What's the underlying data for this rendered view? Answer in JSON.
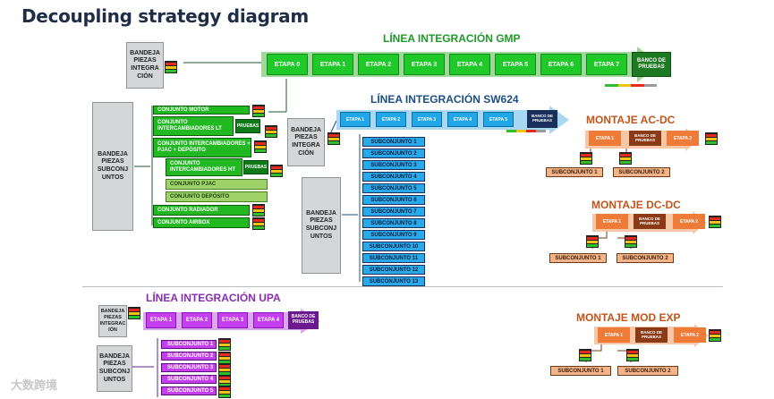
{
  "title": "Decoupling strategy diagram",
  "colors": {
    "gmp_green": "#1fc92a",
    "sw624_blue": "#21a7e8",
    "upa_purple": "#c43ff0",
    "montaje_orange": "#ef7b39",
    "header_gmp": "#1f9a2a",
    "header_sw": "#1a4f86",
    "header_upa": "#8a2eb0",
    "header_montaje": "#c2541a"
  },
  "gmp": {
    "header": "LÍNEA INTEGRACIÓN GMP",
    "bandeja": "BANDEJA PIEZAS INTEGRA CIÓN",
    "etapas": [
      "ETAPA 0",
      "ETAPA 1",
      "ETAPA 2",
      "ETAPA 3",
      "ETAPA 4",
      "ETAPA 5",
      "ETAPA 6",
      "ETAPA 7"
    ],
    "bank": "BANCO DE PRUEBAS",
    "bandeja_sub": "BANDEJA PIEZAS SUBCONJ UNTOS",
    "conjuntos": [
      "CONJUNTO MOTOR",
      "CONJUNTO INTERCAMBIADORES LT",
      "CONJUNTO INTERCAMBIADORES + PJAC + DEPÓSITO",
      "CONJUNTO INTERCAMBIADORES HT",
      "CONJUNTO PJAC",
      "CONJUNTO DEPÓSITO",
      "CONJUNTO RADIADOR",
      "CONJUNTO AIRBOX"
    ],
    "pruebas": [
      "PRUEBAS",
      "PRUEBAS"
    ]
  },
  "sw624": {
    "header": "LÍNEA INTEGRACIÓN SW624",
    "bandeja": "BANDEJA PIEZAS INTEGRA CIÓN",
    "etapas": [
      "ETAPA 1",
      "ETAPA 2",
      "ETAPA 3",
      "ETAPA 4",
      "ETAPA 5"
    ],
    "bank": "BANCO DE PRUEBAS",
    "bandeja_sub": "BANDEJA PIEZAS SUBCONJ UNTOS",
    "subconjuntos": [
      "SUBCONJUNTO 1",
      "SUBCONJUNTO 2",
      "SUBCONJUNTO 3",
      "SUBCONJUNTO 4",
      "SUBCONJUNTO 5",
      "SUBCONJUNTO 6",
      "SUBCONJUNTO 7",
      "SUBCONJUNTO 8",
      "SUBCONJUNTO 9",
      "SUBCONJUNTO 10",
      "SUBCONJUNTO 11",
      "SUBCONJUNTO 12",
      "SUBCONJUNTO 13"
    ]
  },
  "acdc": {
    "header": "MONTAJE AC-DC",
    "etapas": [
      "ETAPA 1",
      "ETAPA 2"
    ],
    "bank": "BANCO DE PRUEBAS",
    "subs": [
      "SUBCONJUNTO 1",
      "SUBCONJUNTO 2"
    ]
  },
  "dcdc": {
    "header": "MONTAJE DC-DC",
    "etapas": [
      "ETAPA 1",
      "ETAPA 2"
    ],
    "bank": "BANCO DE PRUEBAS",
    "subs": [
      "SUBCONJUNTO 1",
      "SUBCONJUNTO 2"
    ]
  },
  "upa": {
    "header": "LÍNEA INTEGRACIÓN UPA",
    "bandeja": "BANDEJA PIEZAS INTEGRAC IÓN",
    "etapas": [
      "ETAPA 1",
      "ETAPA 2",
      "ETAPA 3",
      "ETAPA 4"
    ],
    "bank": "BANCO DE PRUEBAS",
    "bandeja_sub": "BANDEJA PIEZAS SUBCONJ UNTOS",
    "subconjuntos": [
      "SUBCONJUNTO 1",
      "SUBCONJUNTO 2",
      "SUBCONJUNTO 3",
      "SUBCONJUNTO 4",
      "SUBCONJUNTO 5"
    ]
  },
  "modexp": {
    "header": "MONTAJE MOD EXP",
    "etapas": [
      "ETAPA 1",
      "ETAPA 2"
    ],
    "bank": "BANCO DE PRUEBAS",
    "subs": [
      "SUBCONJUNTO 1",
      "SUBCONJUNTO 2"
    ]
  },
  "watermark": "大数跨境"
}
